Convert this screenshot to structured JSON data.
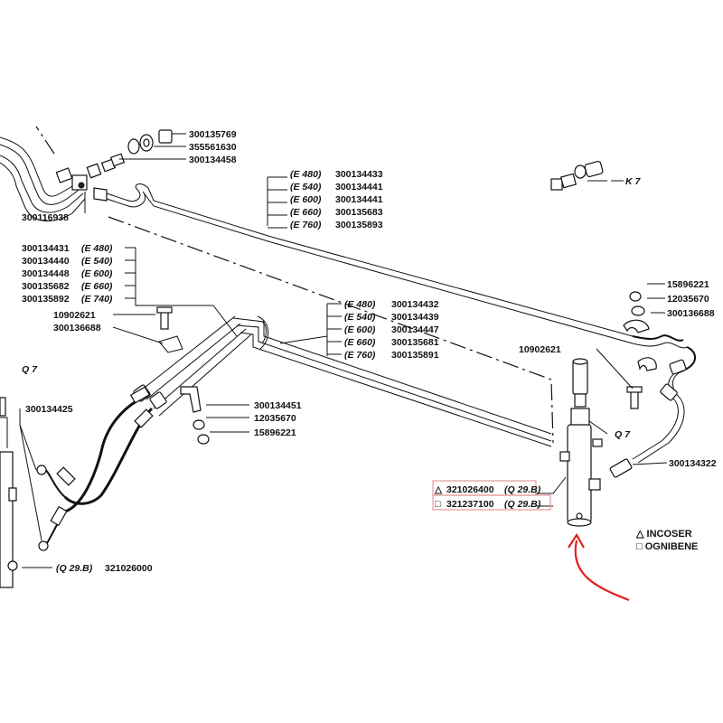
{
  "labels": {
    "p300135769": "300135769",
    "p355561630": "355561630",
    "p300134458": "300134458",
    "p300116938": "300116938",
    "k7": "K 7",
    "tube_upper": [
      {
        "code": "(E 480)",
        "part": "300134433"
      },
      {
        "code": "(E 540)",
        "part": "300134441"
      },
      {
        "code": "(E 600)",
        "part": "300134441"
      },
      {
        "code": "(E 660)",
        "part": "300135683"
      },
      {
        "code": "(E 760)",
        "part": "300135893"
      }
    ],
    "tube_left": [
      {
        "part": "300134431",
        "code": "(E 480)"
      },
      {
        "part": "300134440",
        "code": "(E 540)"
      },
      {
        "part": "300134448",
        "code": "(E 600)"
      },
      {
        "part": "300135682",
        "code": "(E 660)"
      },
      {
        "part": "300135892",
        "code": "(E 740)"
      }
    ],
    "tube_mid": [
      {
        "code": "(E 480)",
        "part": "300134432"
      },
      {
        "code": "(E 540)",
        "part": "300134439"
      },
      {
        "code": "(E 600)",
        "part": "300134447"
      },
      {
        "code": "(E 660)",
        "part": "300135681"
      },
      {
        "code": "(E 760)",
        "part": "300135891"
      }
    ],
    "p10902621_left": "10902621",
    "p300136688_left": "300136688",
    "q7_left": "Q 7",
    "p300134425": "300134425",
    "p300134451": "300134451",
    "p12035670_mid": "12035670",
    "p15896221_mid": "15896221",
    "p15896221_right": "15896221",
    "p12035670_right": "12035670",
    "p300136688_right": "300136688",
    "p10902621_right": "10902621",
    "q7_right": "Q 7",
    "p300134322": "300134322",
    "cyl_triangle_symbol": "△",
    "cyl_triangle_part": "321026400",
    "cyl_triangle_ref": "(Q 29.B)",
    "cyl_square_symbol": "□",
    "cyl_square_part": "321237100",
    "cyl_square_ref": "(Q 29.B)",
    "cyl_left_ref": "(Q 29.B)",
    "cyl_left_part": "321026000",
    "legend_incoser": "△ INCOSER",
    "legend_ognibene": "□ OGNIBENE"
  },
  "colors": {
    "line": "#111111",
    "highlight_box": "#e8a0a0",
    "arrow": "#e02020"
  }
}
